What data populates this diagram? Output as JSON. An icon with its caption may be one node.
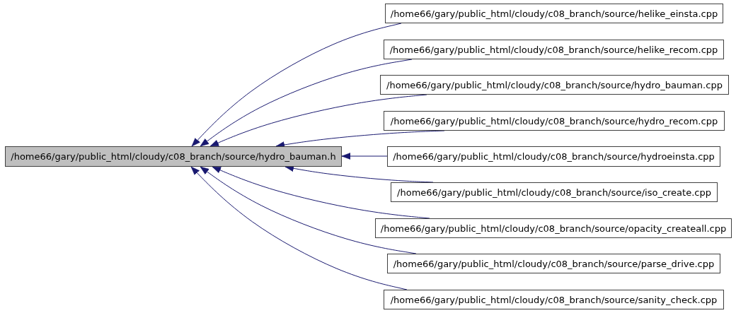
{
  "diagram": {
    "nodes": [
      {
        "text": [
          "/home66/gary/public_html/cloudy/c08_branch/source/hydro_bauman.h"
        ]
      },
      {
        "text": [
          "/home66/gary/public_html/cloudy/c08_branch/source/helike_einsta.cpp"
        ]
      },
      {
        "text": [
          "/home66/gary/public_html/cloudy/c08_branch/source/helike_recom.cpp"
        ]
      },
      {
        "text": [
          "/home66/gary/public_html/cloudy/c08_branch/source/hydro_bauman.cpp"
        ]
      },
      {
        "text": [
          "/home66/gary/public_html/cloudy/c08_branch/source/hydro_recom.cpp"
        ]
      },
      {
        "text": [
          "/home66/gary/public_html/cloudy/c08_branch/source/hydroeinsta.cpp"
        ]
      },
      {
        "text": [
          "/home66/gary/public_html/cloudy/c08_branch/source/iso_create.cpp"
        ]
      },
      {
        "text": [
          "/home66/gary/public_html/cloudy/c08_branch/source/opacity_createall.cpp"
        ]
      },
      {
        "text": [
          "/home66/gary/public_html/cloudy/c08_branch/source/parse_drive.cpp"
        ]
      },
      {
        "text": [
          "/home66/gary/public_html/cloudy/c08_branch/source/sanity_check.cpp"
        ]
      }
    ],
    "edges": [
      {
        "from": 1,
        "to": 0,
        "arrow": "to"
      },
      {
        "from": 2,
        "to": 0,
        "arrow": "to"
      },
      {
        "from": 3,
        "to": 0,
        "arrow": "to"
      },
      {
        "from": 4,
        "to": 0,
        "arrow": "to"
      },
      {
        "from": 5,
        "to": 0,
        "arrow": "to"
      },
      {
        "from": 6,
        "to": 0,
        "arrow": "to"
      },
      {
        "from": 7,
        "to": 0,
        "arrow": "to"
      },
      {
        "from": 8,
        "to": 0,
        "arrow": "to"
      },
      {
        "from": 9,
        "to": 0,
        "arrow": "to"
      }
    ]
  }
}
